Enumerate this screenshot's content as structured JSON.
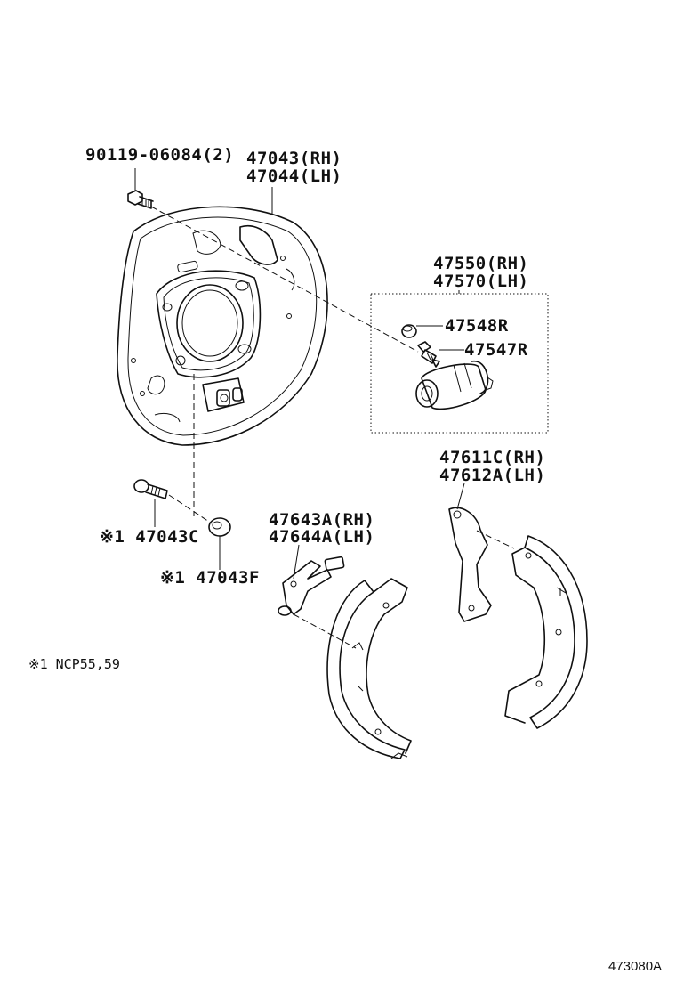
{
  "labels": {
    "bolt_backing": "90119-06084(2)",
    "plate_rh": "47043(RH)",
    "plate_lh": "47044(LH)",
    "cyl_rh": "47550(RH)",
    "cyl_lh": "47570(LH)",
    "cap": "47548R",
    "bleeder": "47547R",
    "shoe_rh": "47611C(RH)",
    "shoe_lh": "47612A(LH)",
    "lever_rh": "47643A(RH)",
    "lever_lh": "47644A(LH)",
    "pin": "※1 47043C",
    "bushing": "※1 47043F",
    "footnote": "※1  NCP55,59",
    "ref_code": "473080A"
  }
}
